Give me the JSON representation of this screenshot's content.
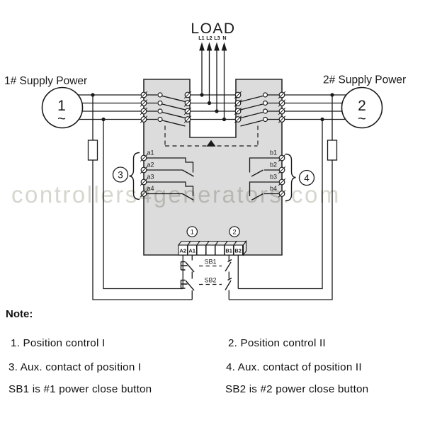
{
  "watermark": {
    "text": "controllers4generators.com",
    "color": "#d6d6ce"
  },
  "load": {
    "label": "LOAD",
    "phases": [
      "L1",
      "L2",
      "L3",
      "N"
    ]
  },
  "supplies": {
    "left": {
      "label": "1# Supply Power",
      "circle_digit": "1",
      "circle_wave": "~"
    },
    "right": {
      "label": "2# Supply Power",
      "circle_digit": "2",
      "circle_wave": "~"
    }
  },
  "aux_contacts": {
    "left": {
      "marker": "3",
      "terminals": [
        "a1",
        "a2",
        "a3",
        "a4"
      ]
    },
    "right": {
      "marker": "4",
      "terminals": [
        "b1",
        "b2",
        "b3",
        "b4"
      ]
    }
  },
  "position_controls": {
    "marker_left": "1",
    "marker_right": "2"
  },
  "terminal_strip": {
    "cells": [
      "A2",
      "A1",
      "",
      "",
      "",
      "B1",
      "B2"
    ]
  },
  "push_buttons": {
    "sb1": "SB1",
    "sb2": "SB2"
  },
  "note": {
    "title": "Note:",
    "items": [
      "1. Position control I",
      "2. Position control II",
      "3. Aux. contact of position I",
      "4. Aux. contact of position II",
      "SB1 is #1 power close button",
      "SB2 is #2 power close button"
    ]
  },
  "colors": {
    "background": "#ffffff",
    "line": "#1a1a1a",
    "switch_body_fill": "#dcdcdc",
    "watermark": "#d6d6ce"
  }
}
